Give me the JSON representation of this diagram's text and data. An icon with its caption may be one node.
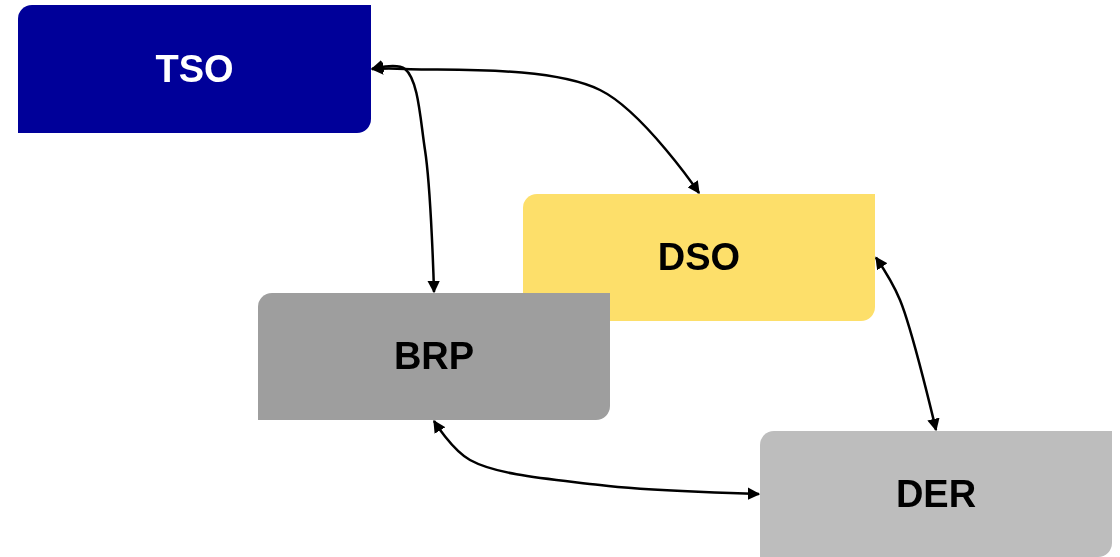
{
  "diagram": {
    "nodes": [
      {
        "text": [
          "TSO"
        ]
      },
      {
        "text": [
          "DSO"
        ]
      },
      {
        "text": [
          "BRP"
        ]
      },
      {
        "text": [
          "DER"
        ]
      }
    ],
    "edges": [
      {
        "from": 0,
        "to": 1,
        "arrow": "both"
      },
      {
        "from": 0,
        "to": 2,
        "arrow": "both"
      },
      {
        "from": 1,
        "to": 3,
        "arrow": "both"
      },
      {
        "from": 2,
        "to": 3,
        "arrow": "both"
      }
    ]
  }
}
